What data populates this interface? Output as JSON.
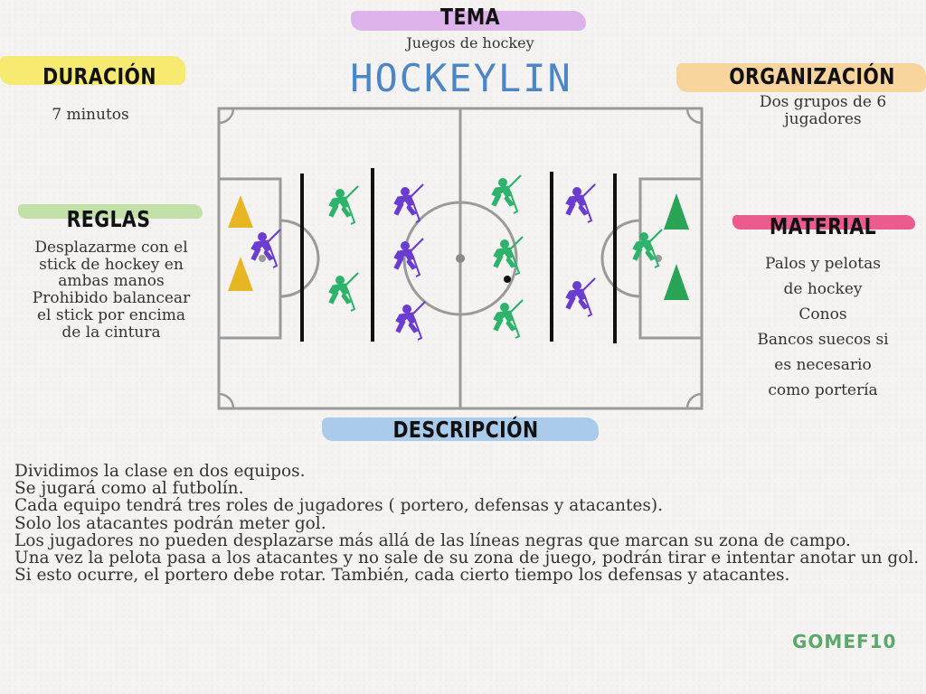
{
  "tema": {
    "heading": "TEMA",
    "subtitle": "Juegos de hockey",
    "title": "HOCKEYLIN"
  },
  "duracion": {
    "heading": "DURACIÓN",
    "value": "7 minutos"
  },
  "organizacion": {
    "heading": "ORGANIZACIÓN",
    "lines": [
      "Dos grupos de 6",
      "jugadores"
    ]
  },
  "reglas": {
    "heading": "REGLAS",
    "lines": [
      "Desplazarme con el",
      "stick de hockey en",
      "ambas manos",
      "Prohibido balancear",
      "el stick por encima",
      "de la cintura"
    ]
  },
  "material": {
    "heading": "MATERIAL",
    "lines": [
      "Palos  y pelotas",
      "de hockey",
      "Conos",
      "Bancos suecos si",
      "es necesario",
      "como portería"
    ]
  },
  "descripcion": {
    "heading": "DESCRIPCIÓN",
    "lines": [
      "Dividimos la clase en dos equipos.",
      "Se jugará como al futbolín.",
      "Cada equipo tendrá tres roles de jugadores ( portero, defensas y atacantes).",
      "Solo los atacantes podrán meter gol.",
      "Los jugadores no pueden desplazarse más allá de las líneas negras que marcan su zona de campo.",
      "Una vez la pelota pasa a los atacantes y no sale de su zona de juego, podrán tirar e intentar anotar un gol.",
      "Si esto ocurre, el portero debe rotar. También, cada cierto tiempo los defensas y atacantes."
    ]
  },
  "signature": "GOMEF10",
  "colors": {
    "tema_stroke": "#d9a7ea",
    "duracion_stroke": "#f6e75a",
    "organizacion_stroke": "#f8cf8e",
    "reglas_stroke": "#b9dd9b",
    "material_stroke": "#e8407f",
    "descripcion_stroke": "#9cc3ea",
    "team_green": "#2db36b",
    "team_purple": "#6b3cd0",
    "cone_yellow": "#e8b623",
    "cone_green": "#2aa556"
  },
  "icons": [
    "hockey-player-icon",
    "cone-icon",
    "ball-icon"
  ]
}
